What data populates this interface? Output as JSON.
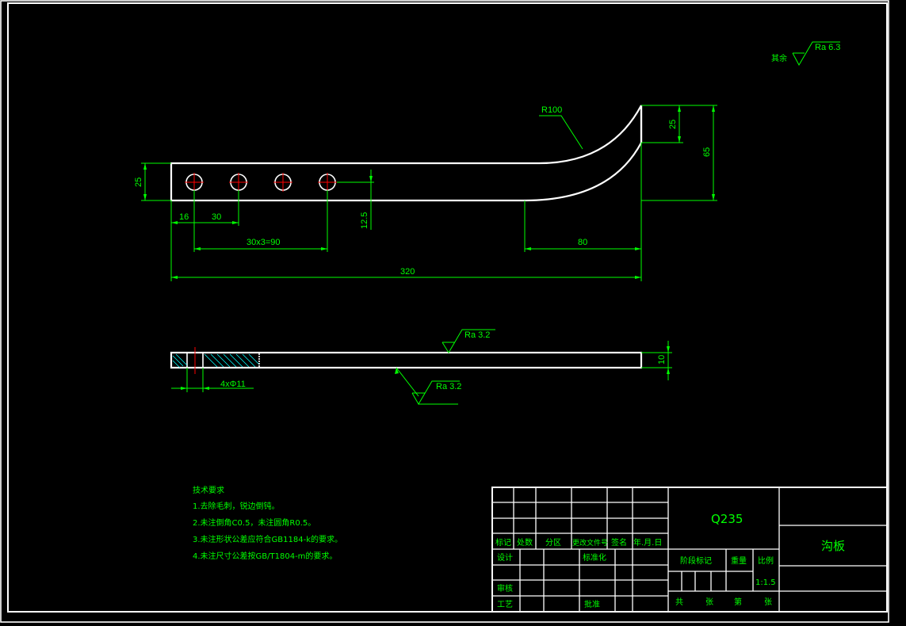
{
  "dimensions": {
    "radius": "R100",
    "height_25_left": "25",
    "offset_16": "16",
    "pitch_30": "30",
    "pitch_total": "30x3=90",
    "total_length": "320",
    "hole_offset": "12.5",
    "bend_length": "80",
    "top_25": "25",
    "height_65": "65",
    "thickness": "10",
    "holes": "4xΦ11"
  },
  "roughness": {
    "default_prefix": "其余",
    "default_value": "Ra 6.3",
    "top_surface": "Ra 3.2",
    "bottom_surface": "Ra 3.2"
  },
  "tech_notes": {
    "title": "技术要求",
    "items": [
      "1.去除毛刺，锐边倒钝。",
      "2.未注倒角C0.5，未注圆角R0.5。",
      "3.未注形状公差应符合GB1184-k的要求。",
      "4.未注尺寸公差按GB/T1804-m的要求。"
    ]
  },
  "title_block": {
    "material": "Q235",
    "part_name": "沟板",
    "header_cells": [
      "标记",
      "处数",
      "分区",
      "更改文件号",
      "签名",
      "年.月.日"
    ],
    "design": "设计",
    "standardization": "标准化",
    "review": "审核",
    "process": "工艺",
    "approve": "批准",
    "stage_mark": "阶段标记",
    "weight": "重量",
    "scale_label": "比例",
    "scale_value": "1:1.5",
    "sheet_total": "共",
    "sheet_word": "张",
    "sheet_no": "第",
    "sheet_word2": "张"
  }
}
